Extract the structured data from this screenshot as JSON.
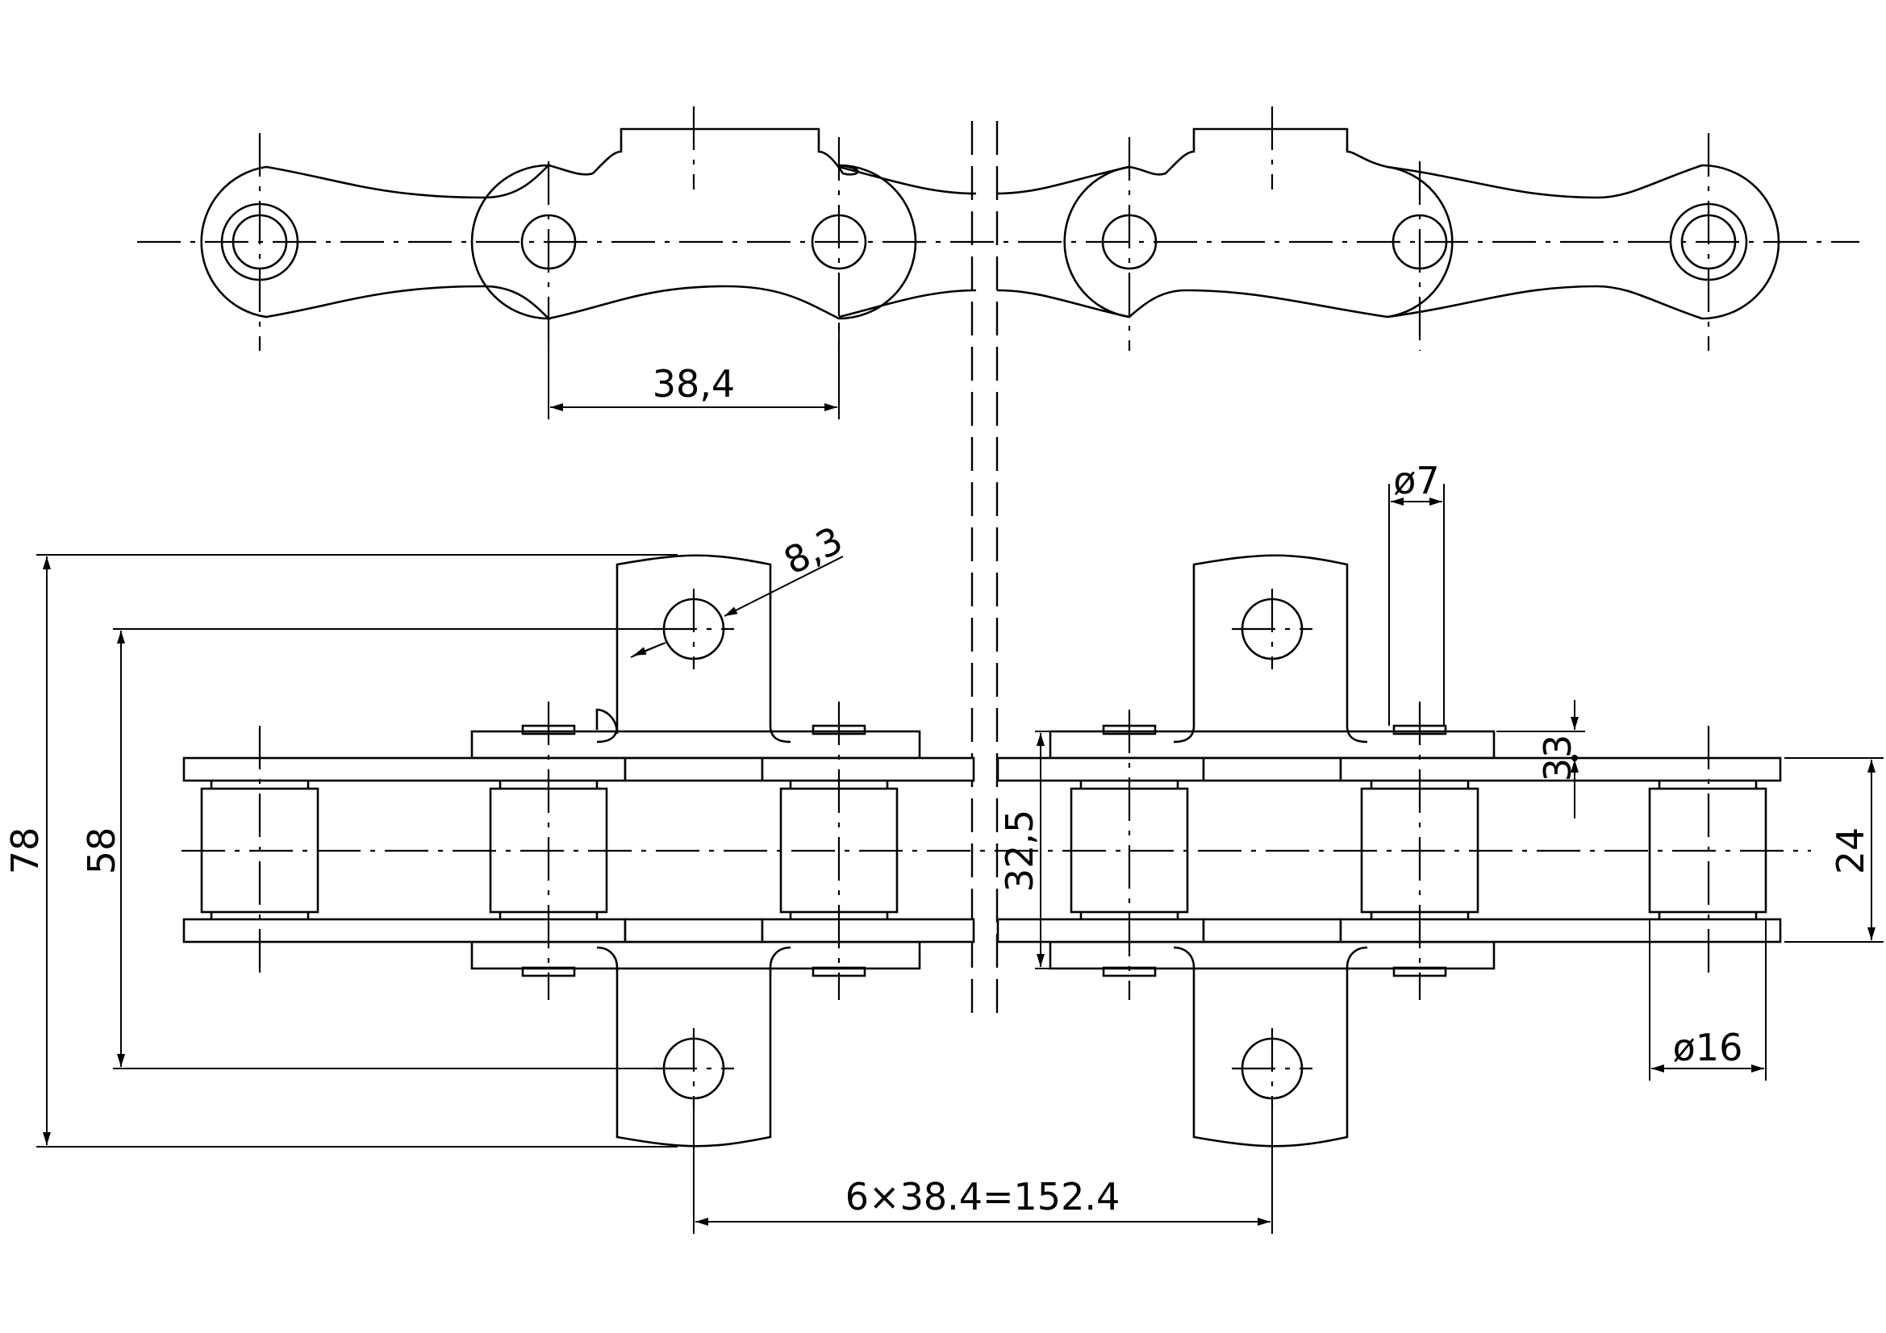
{
  "dimensions": {
    "top_pitch": "38,4",
    "pin_dia": "ø7",
    "hole_dia": "8,3",
    "overall_height": "78",
    "hole_spacing": "58",
    "plate_span": "32,5",
    "attachment_offset": "33",
    "inner_width": "24",
    "roller_dia": "ø16",
    "total_pitch": "6×38.4=152.4"
  },
  "colors": {
    "line": "#000000",
    "background": "#ffffff"
  }
}
